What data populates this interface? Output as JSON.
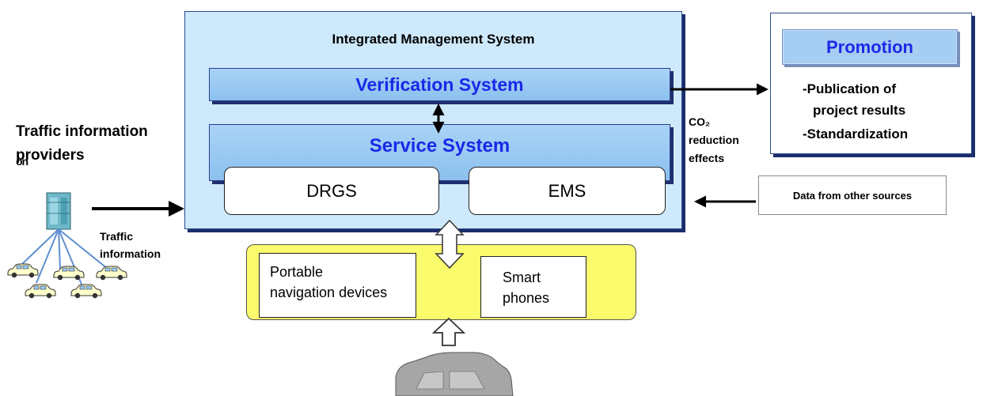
{
  "system": {
    "title": "Integrated Management System",
    "verification": "Verification System",
    "service": "Service System",
    "drgs": "DRGS",
    "ems": "EMS"
  },
  "promotion": {
    "title": "Promotion",
    "items": [
      "-Publication of",
      "project results",
      "-Standardization"
    ]
  },
  "co2": {
    "lines": [
      "CO₂",
      "reduction",
      "effects"
    ]
  },
  "other_sources": "Data from other sources",
  "providers": {
    "lines": [
      "Traffic information",
      "providers"
    ],
    "overlap_text": "on"
  },
  "traffic_information": [
    "Traffic",
    "information"
  ],
  "devices": {
    "portable": [
      "Portable",
      "navigation devices"
    ],
    "smart": [
      "Smart",
      "phones"
    ]
  },
  "colors": {
    "system_bg": "#cde9fb",
    "bar_fill": "#a9d3f7",
    "title_blue": "#1a29e8",
    "device_panel": "#fbfb6e",
    "car_gray": "#a6a6a6"
  },
  "icons": [
    "server-icon",
    "car-icon",
    "vehicle-silhouette-icon",
    "double-arrow-icon",
    "up-arrow-icon"
  ]
}
